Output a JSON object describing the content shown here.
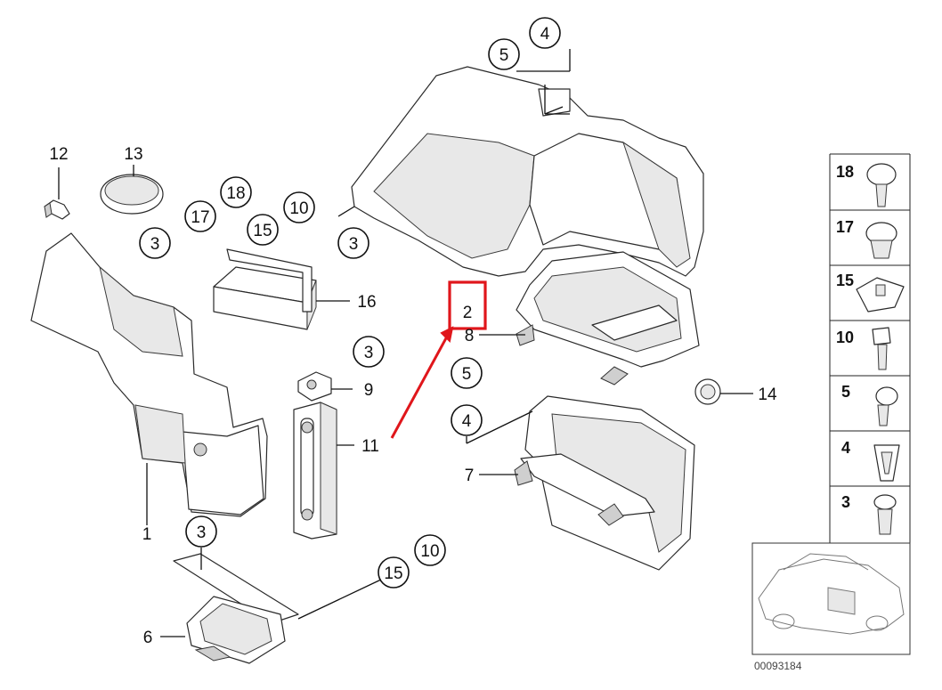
{
  "callouts": {
    "c12": "12",
    "c13": "13",
    "c18a": "18",
    "c17a": "17",
    "c3a": "3",
    "c15a": "15",
    "c10a": "10",
    "c16": "16",
    "c5top": "5",
    "c4top": "4",
    "c3top": "3",
    "c2": "2",
    "c8": "8",
    "c3b": "3",
    "c9": "9",
    "c11": "11",
    "c5mid": "5",
    "c4mid": "4",
    "c7": "7",
    "c14": "14",
    "c1": "1",
    "c3c": "3",
    "c15b": "15",
    "c10b": "10",
    "c6": "6"
  },
  "side_legend": [
    "18",
    "17",
    "15",
    "10",
    "5",
    "4",
    "3"
  ],
  "document_number": "00093184",
  "colors": {
    "highlight": "#e0161b",
    "ink": "#111111"
  }
}
